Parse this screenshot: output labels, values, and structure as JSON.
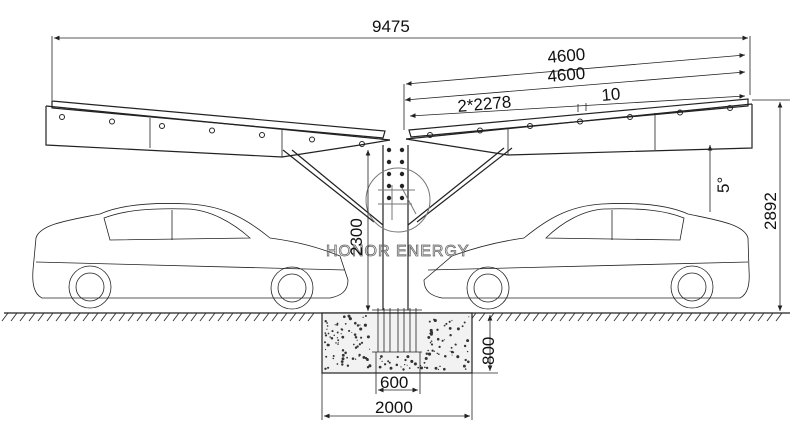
{
  "dimensions": {
    "total_width": "9475",
    "panel_span_outer": "4600",
    "panel_span_inner": "4600",
    "panel_pitch": "2*2278",
    "gap": "10",
    "tilt_angle": "5°",
    "total_height": "2892",
    "column_height": "2300",
    "foundation_depth": "800",
    "base_plate": "600",
    "foundation_width": "2000"
  },
  "watermark": {
    "text": "HONOR ENERGY"
  },
  "colors": {
    "line": "#222222",
    "concrete_fill": "#f2f2f2",
    "watermark": "#666666"
  }
}
